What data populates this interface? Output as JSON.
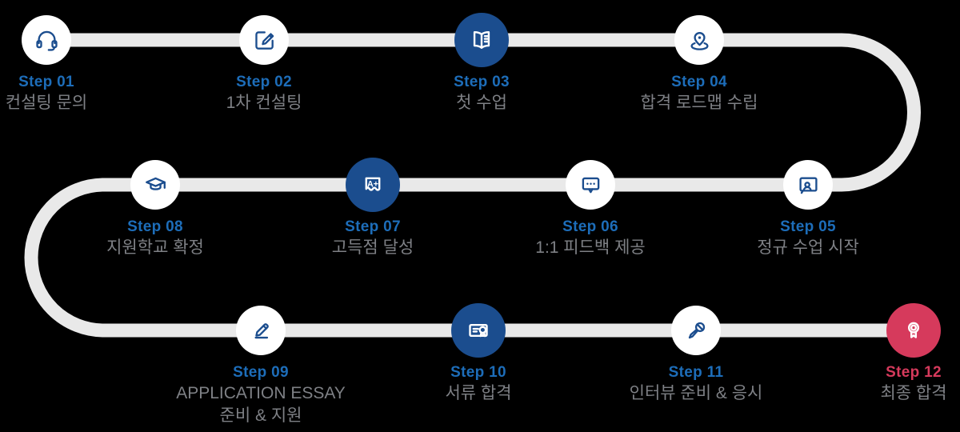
{
  "diagram": {
    "name": "12-step admission process roadmap",
    "flow": "serpentine: steps 1-4 left-to-right, 5-8 right-to-left, 9-12 left-to-right"
  },
  "colors": {
    "background": "#000000",
    "path": "#e9e9e9",
    "node_bg": "#ffffff",
    "node_fill": "#1b4d8e",
    "step_blue": "#1d6db9",
    "final_red": "#d63a5c",
    "label_gray": "#7e8085"
  },
  "steps": [
    {
      "step": "Step 01",
      "title": "컨설팅 문의",
      "icon": "headset-icon",
      "variant": "outline"
    },
    {
      "step": "Step 02",
      "title": "1차 컨설팅",
      "icon": "edit-icon",
      "variant": "outline"
    },
    {
      "step": "Step 03",
      "title": "첫 수업",
      "icon": "open-book-icon",
      "variant": "filled"
    },
    {
      "step": "Step 04",
      "title": "합격 로드맵 수립",
      "icon": "map-pin-icon",
      "variant": "outline"
    },
    {
      "step": "Step 05",
      "title": "정규 수업 시작",
      "icon": "instructor-icon",
      "variant": "outline"
    },
    {
      "step": "Step 06",
      "title": "1:1 피드백 제공",
      "icon": "chat-bubble-icon",
      "variant": "outline"
    },
    {
      "step": "Step 07",
      "title": "고득점 달성",
      "icon": "a-plus-score-icon",
      "variant": "filled"
    },
    {
      "step": "Step 08",
      "title": "지원학교 확정",
      "icon": "graduation-cap-icon",
      "variant": "outline"
    },
    {
      "step": "Step 09",
      "title": "APPLICATION ESSAY",
      "title2": "준비 & 지원",
      "icon": "pencil-icon",
      "variant": "outline"
    },
    {
      "step": "Step 10",
      "title": "서류 합격",
      "icon": "certificate-icon",
      "variant": "filled"
    },
    {
      "step": "Step 11",
      "title": "인터뷰 준비 & 응시",
      "icon": "microphone-icon",
      "variant": "outline"
    },
    {
      "step": "Step 12",
      "title": "최종 합격",
      "icon": "award-ribbon-icon",
      "variant": "final"
    }
  ]
}
